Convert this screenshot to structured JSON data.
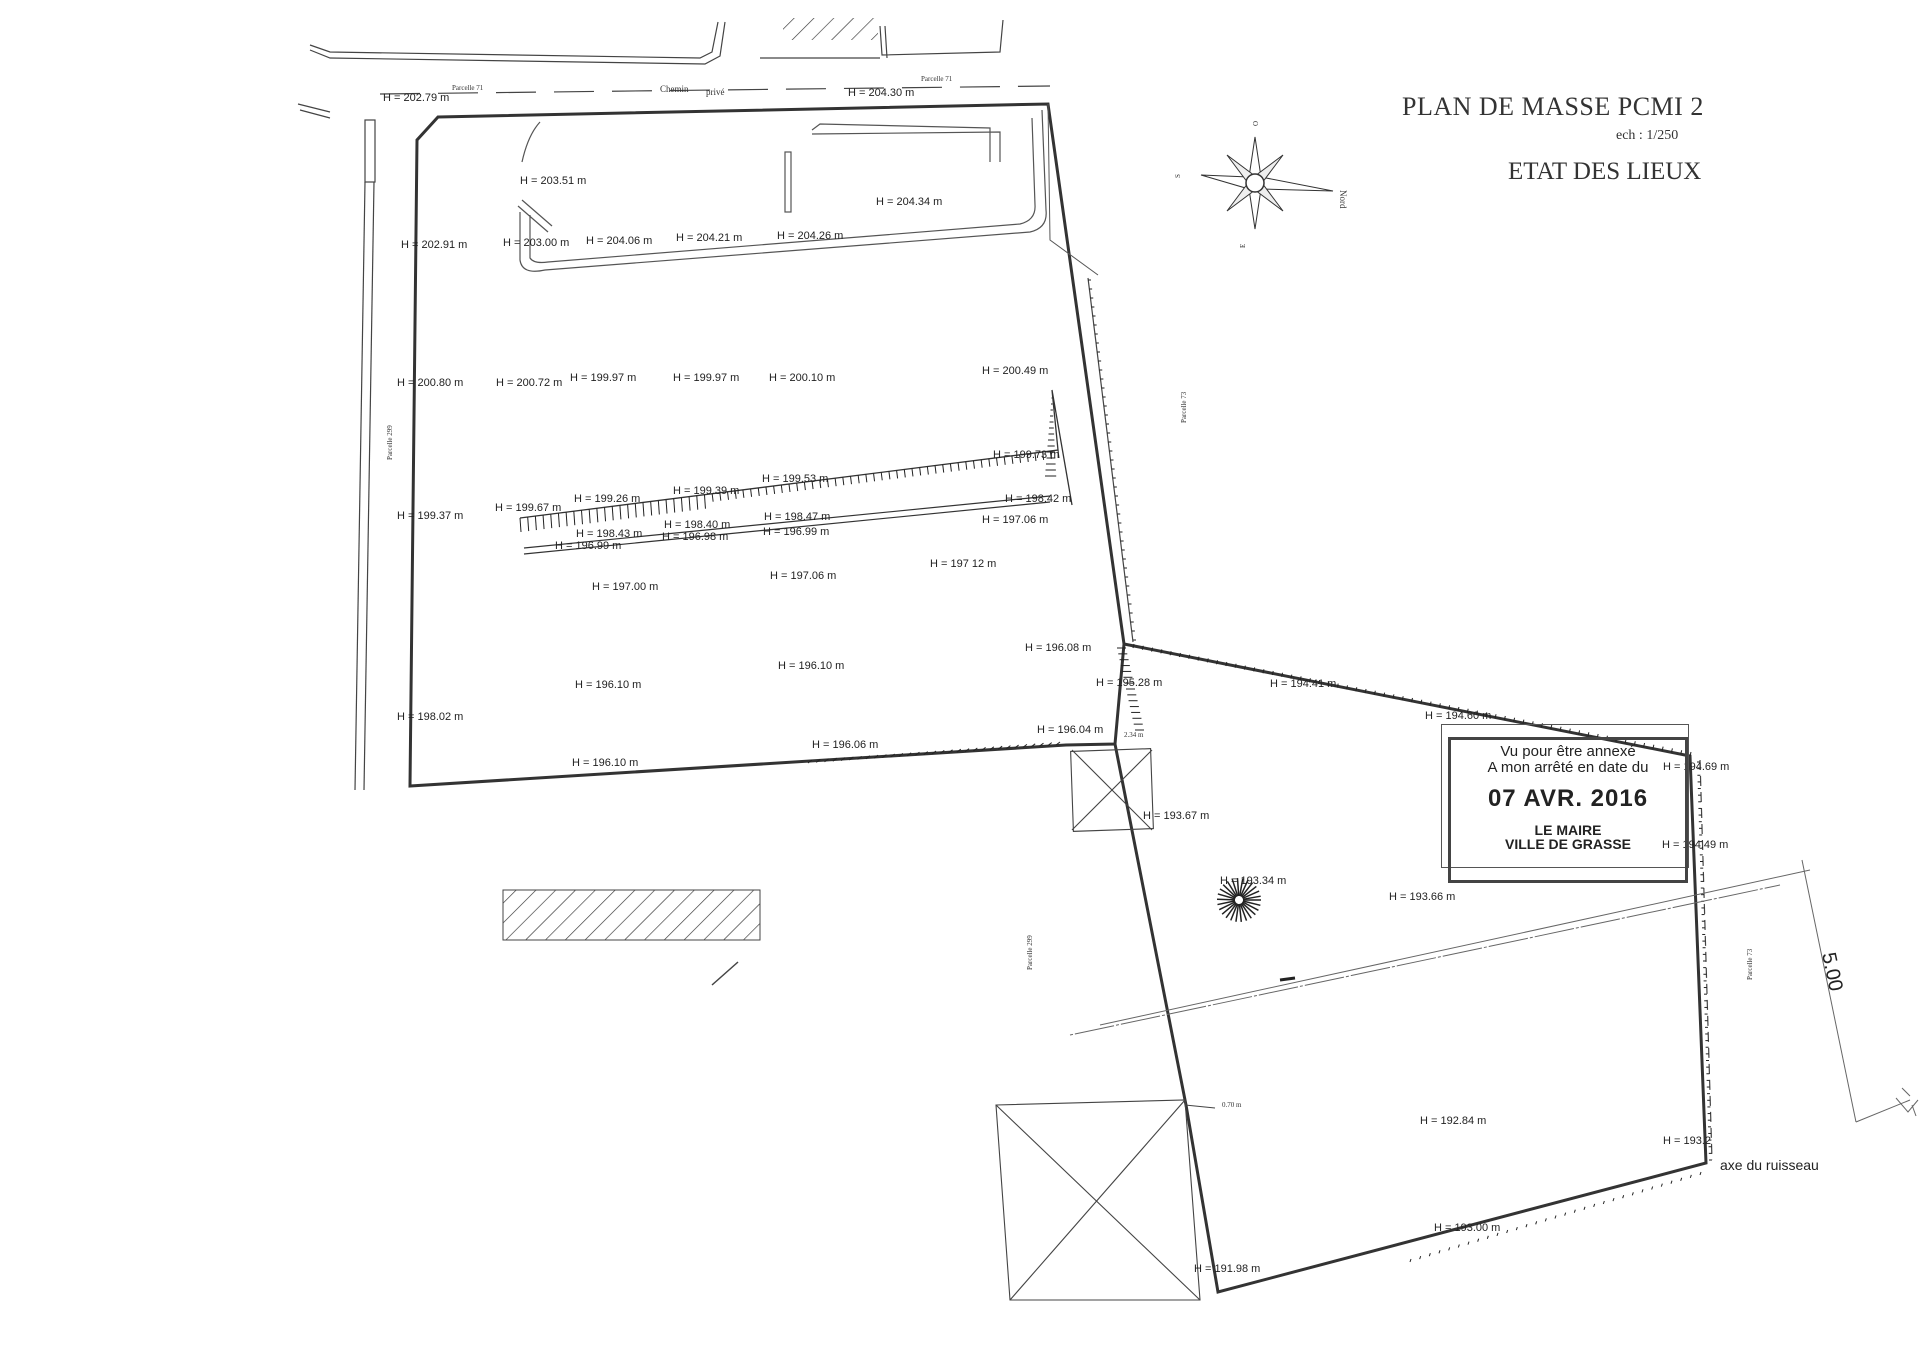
{
  "title": {
    "main": "PLAN DE MASSE   PCMI 2",
    "scale": "ech : 1/250",
    "subtitle": "ETAT DES LIEUX"
  },
  "stamp": {
    "line1": "Vu pour être annexé",
    "line2": "A mon arrêté en date du",
    "date": "07 AVR. 2016",
    "signer1": "LE MAIRE",
    "signer2": "VILLE DE GRASSE"
  },
  "labels": {
    "chemin": "Chemin",
    "prive": "privé",
    "parcelle71a": "Parcelle 71",
    "parcelle71b": "Parcelle 71",
    "parcelle73a": "Parcelle 73",
    "parcelle73b": "Parcelle 73",
    "parcelle299a": "Parcelle 299",
    "parcelle299b": "Parcelle 299",
    "axe": "axe du ruisseau",
    "dim": "5.00",
    "nord": "Nord",
    "compass_s": "S",
    "compass_o": "O",
    "compass_e": "E",
    "d234": "2.34 m",
    "d070": "0.70 m"
  },
  "elevations": [
    {
      "id": "e01",
      "text": "H = 202.79 m"
    },
    {
      "id": "e02",
      "text": "H = 204.30 m"
    },
    {
      "id": "e03",
      "text": "H = 203.51 m"
    },
    {
      "id": "e04",
      "text": "H = 204.34 m"
    },
    {
      "id": "e05",
      "text": "H = 202.91 m"
    },
    {
      "id": "e06",
      "text": "H = 203.00 m"
    },
    {
      "id": "e07",
      "text": "H = 204.06 m"
    },
    {
      "id": "e08",
      "text": "H = 204.21 m"
    },
    {
      "id": "e09",
      "text": "H = 204.26 m"
    },
    {
      "id": "e10",
      "text": "H = 200.80 m"
    },
    {
      "id": "e11",
      "text": "H = 200.72 m"
    },
    {
      "id": "e12",
      "text": "H = 199.97 m"
    },
    {
      "id": "e13",
      "text": "H = 199.97 m"
    },
    {
      "id": "e14",
      "text": "H = 200.10 m"
    },
    {
      "id": "e15",
      "text": "H = 200.49 m"
    },
    {
      "id": "e16",
      "text": "H = 199.73 m"
    },
    {
      "id": "e17",
      "text": "H = 199.53 m"
    },
    {
      "id": "e18",
      "text": "H = 199.39 m"
    },
    {
      "id": "e19",
      "text": "H = 199.26 m"
    },
    {
      "id": "e20",
      "text": "H = 199.67 m"
    },
    {
      "id": "e21",
      "text": "H = 199.37 m"
    },
    {
      "id": "e22",
      "text": "H = 198.42 m"
    },
    {
      "id": "e23",
      "text": "H = 198.47 m"
    },
    {
      "id": "e24",
      "text": "H = 198.40 m"
    },
    {
      "id": "e25",
      "text": "H = 198.43 m"
    },
    {
      "id": "e26",
      "text": "H = 196.98 m"
    },
    {
      "id": "e27",
      "text": "H = 196.99 m"
    },
    {
      "id": "e28",
      "text": "H = 196.99 m"
    },
    {
      "id": "e29",
      "text": "H = 197.06 m"
    },
    {
      "id": "e30",
      "text": "H = 197.06 m"
    },
    {
      "id": "e31",
      "text": "H = 197 12 m"
    },
    {
      "id": "e32",
      "text": "H = 197.00 m"
    },
    {
      "id": "e33",
      "text": "H = 196.08 m"
    },
    {
      "id": "e34",
      "text": "H = 196.10 m"
    },
    {
      "id": "e35",
      "text": "H = 196.10 m"
    },
    {
      "id": "e36",
      "text": "H = 195.28 m"
    },
    {
      "id": "e37",
      "text": "H = 194.41 m"
    },
    {
      "id": "e38",
      "text": "H = 194.60 m"
    },
    {
      "id": "e39",
      "text": "H = 198.02 m"
    },
    {
      "id": "e40",
      "text": "H = 196.10 m"
    },
    {
      "id": "e41",
      "text": "H = 196.06 m"
    },
    {
      "id": "e42",
      "text": "H = 196.04 m"
    },
    {
      "id": "e43",
      "text": "H = 194.69 m"
    },
    {
      "id": "e44",
      "text": "H = 193.67 m"
    },
    {
      "id": "e45",
      "text": "H = 194.49 m"
    },
    {
      "id": "e46",
      "text": "H = 193.34 m"
    },
    {
      "id": "e47",
      "text": "H = 193.66 m"
    },
    {
      "id": "e48",
      "text": "H = 192.84 m"
    },
    {
      "id": "e49",
      "text": "H = 193.2"
    },
    {
      "id": "e50",
      "text": "H = 193.00 m"
    },
    {
      "id": "e51",
      "text": "H = 191.98 m"
    }
  ]
}
